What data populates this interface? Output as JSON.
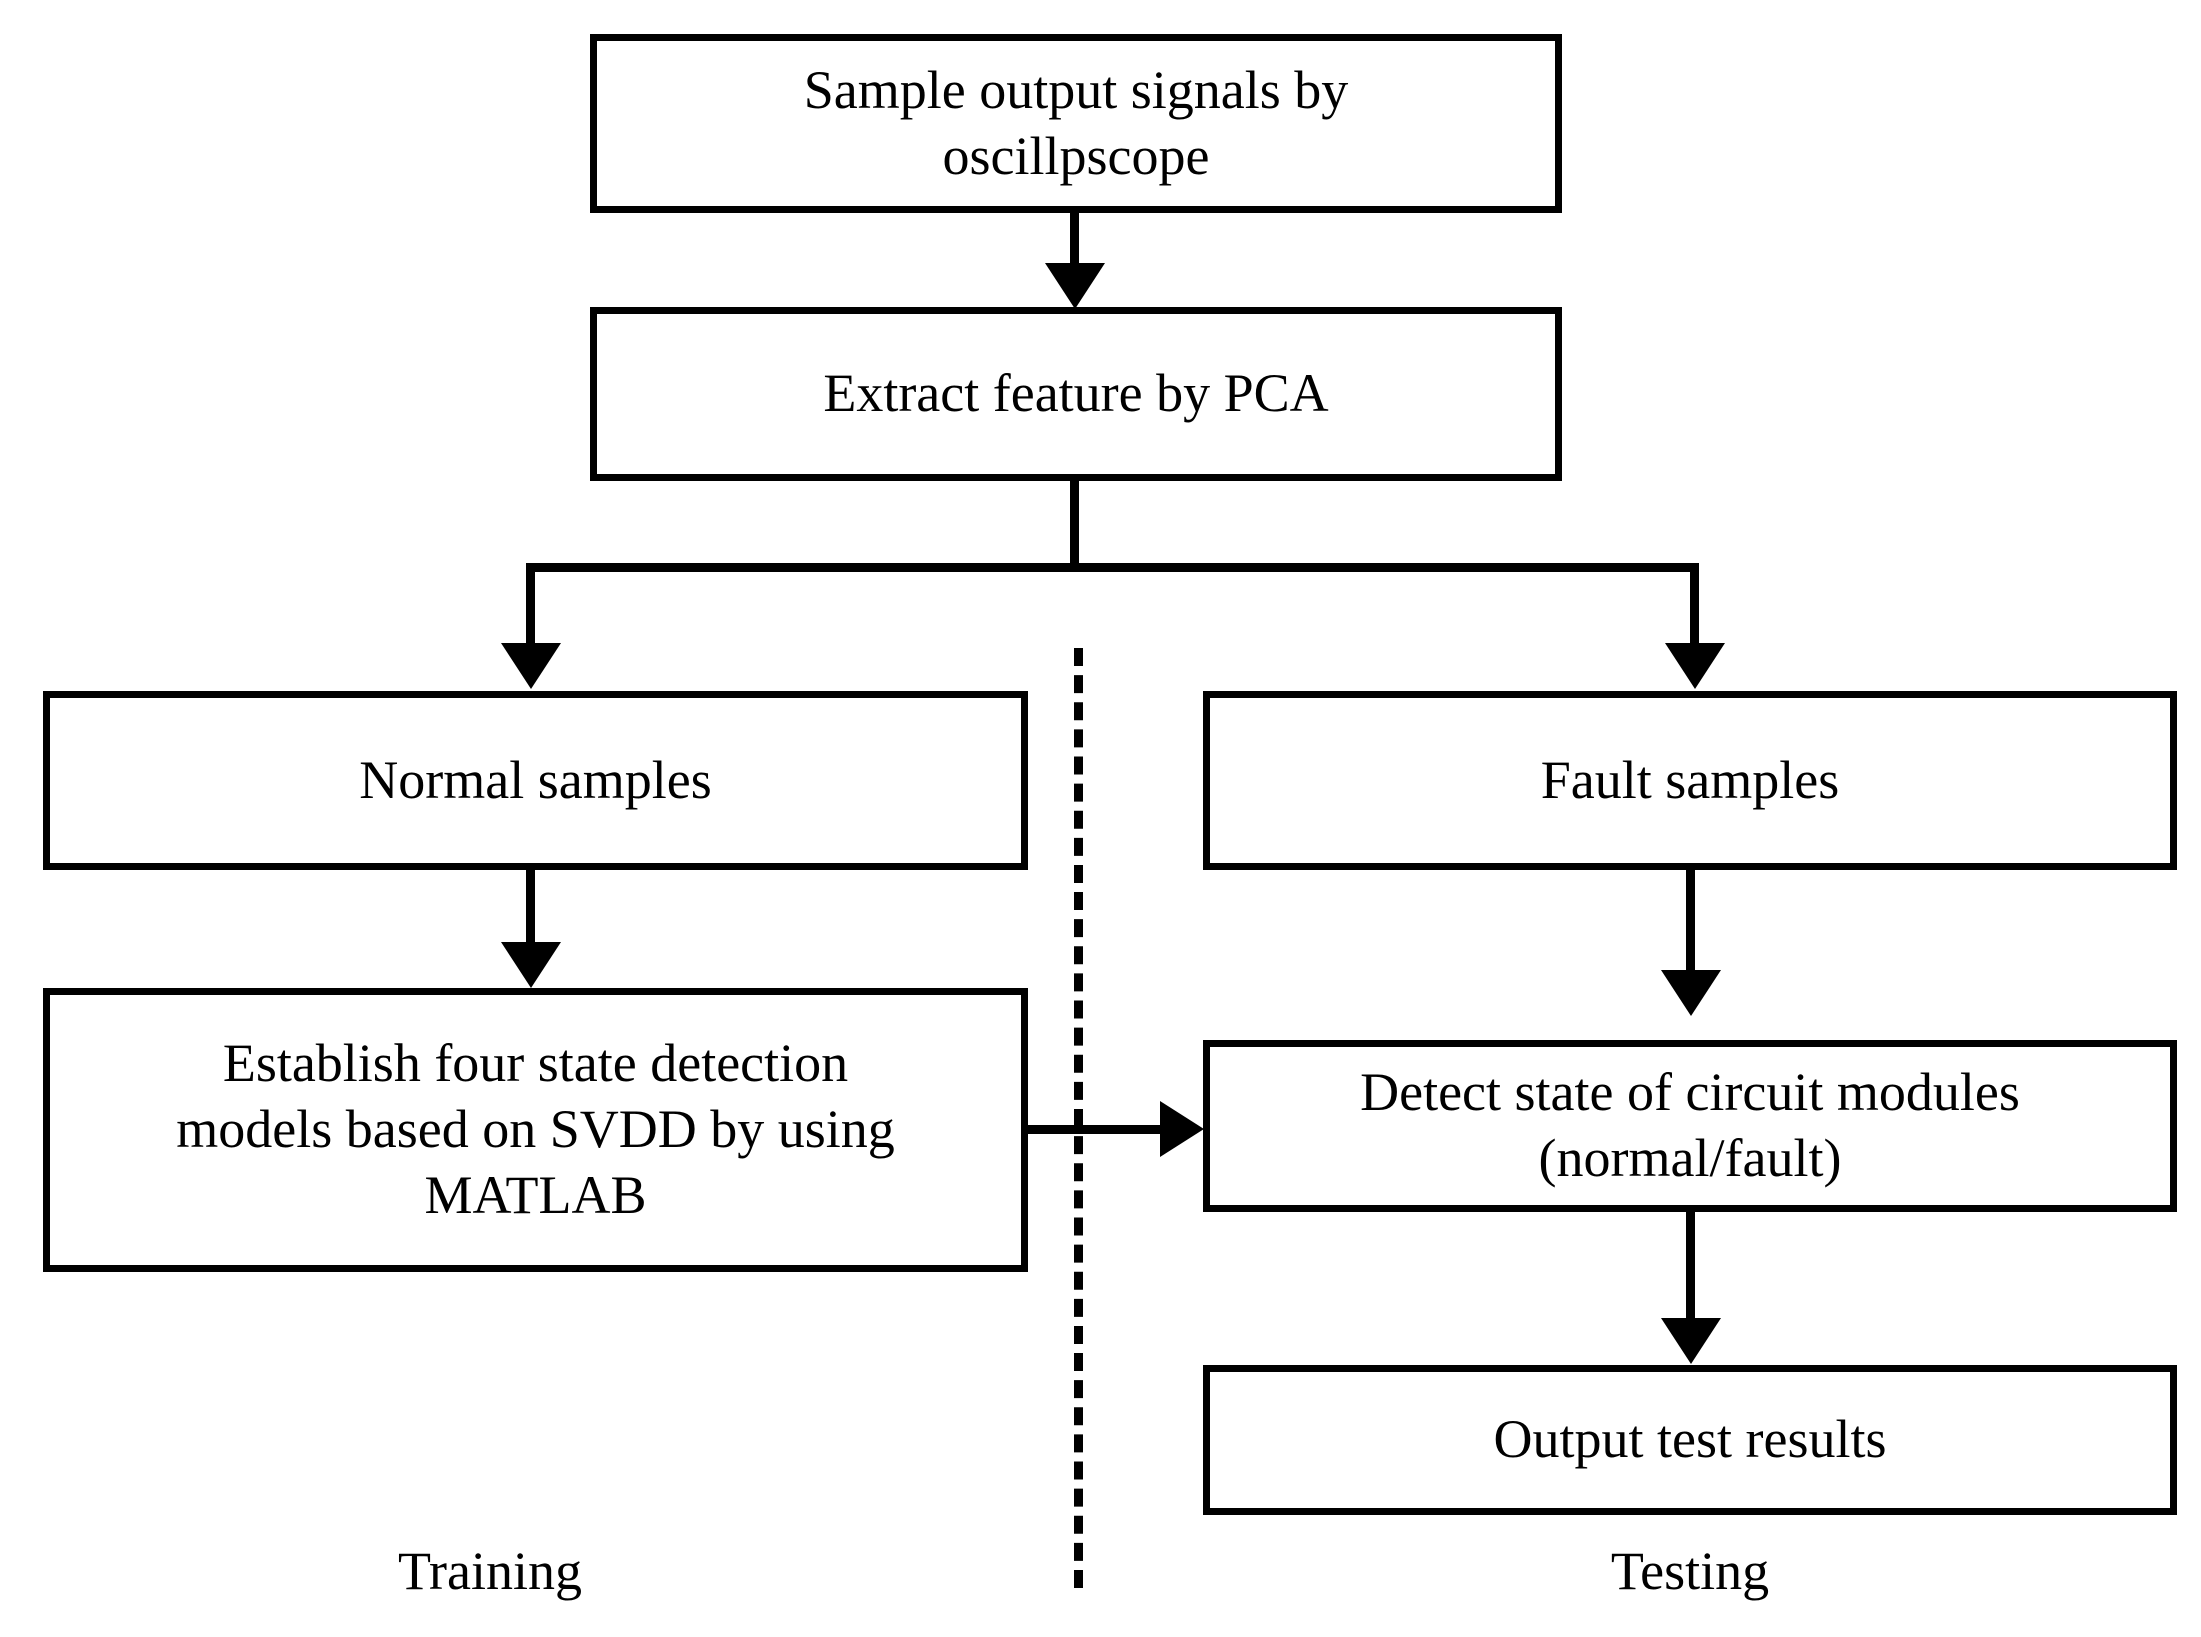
{
  "diagram": {
    "title": "SVDD-based circuit module fault detection flowchart",
    "background_color": "#ffffff",
    "stroke_color": "#000000",
    "nodes": [
      {
        "id": "sample",
        "label": "Sample output signals by oscillpscope"
      },
      {
        "id": "pca",
        "label": "Extract feature by PCA"
      },
      {
        "id": "normal",
        "label": "Normal samples"
      },
      {
        "id": "fault",
        "label": "Fault samples"
      },
      {
        "id": "establish",
        "label": "Establish four state detection models based on SVDD by using MATLAB"
      },
      {
        "id": "detect",
        "label": "Detect state of circuit modules (normal/fault)"
      },
      {
        "id": "output",
        "label": "Output test results"
      }
    ],
    "node_lines": {
      "sample": [
        "Sample output signals by",
        "oscillpscope"
      ],
      "pca": [
        "Extract feature by PCA"
      ],
      "normal": [
        "Normal samples"
      ],
      "fault": [
        "Fault samples"
      ],
      "establish": [
        "Establish four state detection",
        "models based on SVDD by using",
        "MATLAB"
      ],
      "detect": [
        "Detect state of circuit modules",
        "(normal/fault)"
      ],
      "output": [
        "Output test results"
      ]
    },
    "captions": {
      "training": "Training",
      "testing": "Testing"
    },
    "edges": [
      {
        "from": "sample",
        "to": "pca",
        "kind": "arrow-down"
      },
      {
        "from": "pca",
        "to": "normal",
        "kind": "arrow-down-branch-left"
      },
      {
        "from": "pca",
        "to": "fault",
        "kind": "arrow-down-branch-right"
      },
      {
        "from": "normal",
        "to": "establish",
        "kind": "arrow-down"
      },
      {
        "from": "establish",
        "to": "detect",
        "kind": "arrow-right"
      },
      {
        "from": "fault",
        "to": "detect",
        "kind": "arrow-down"
      },
      {
        "from": "detect",
        "to": "output",
        "kind": "arrow-down"
      }
    ],
    "separator": {
      "style": "dashed-vertical",
      "label": "training-testing-divider"
    }
  }
}
